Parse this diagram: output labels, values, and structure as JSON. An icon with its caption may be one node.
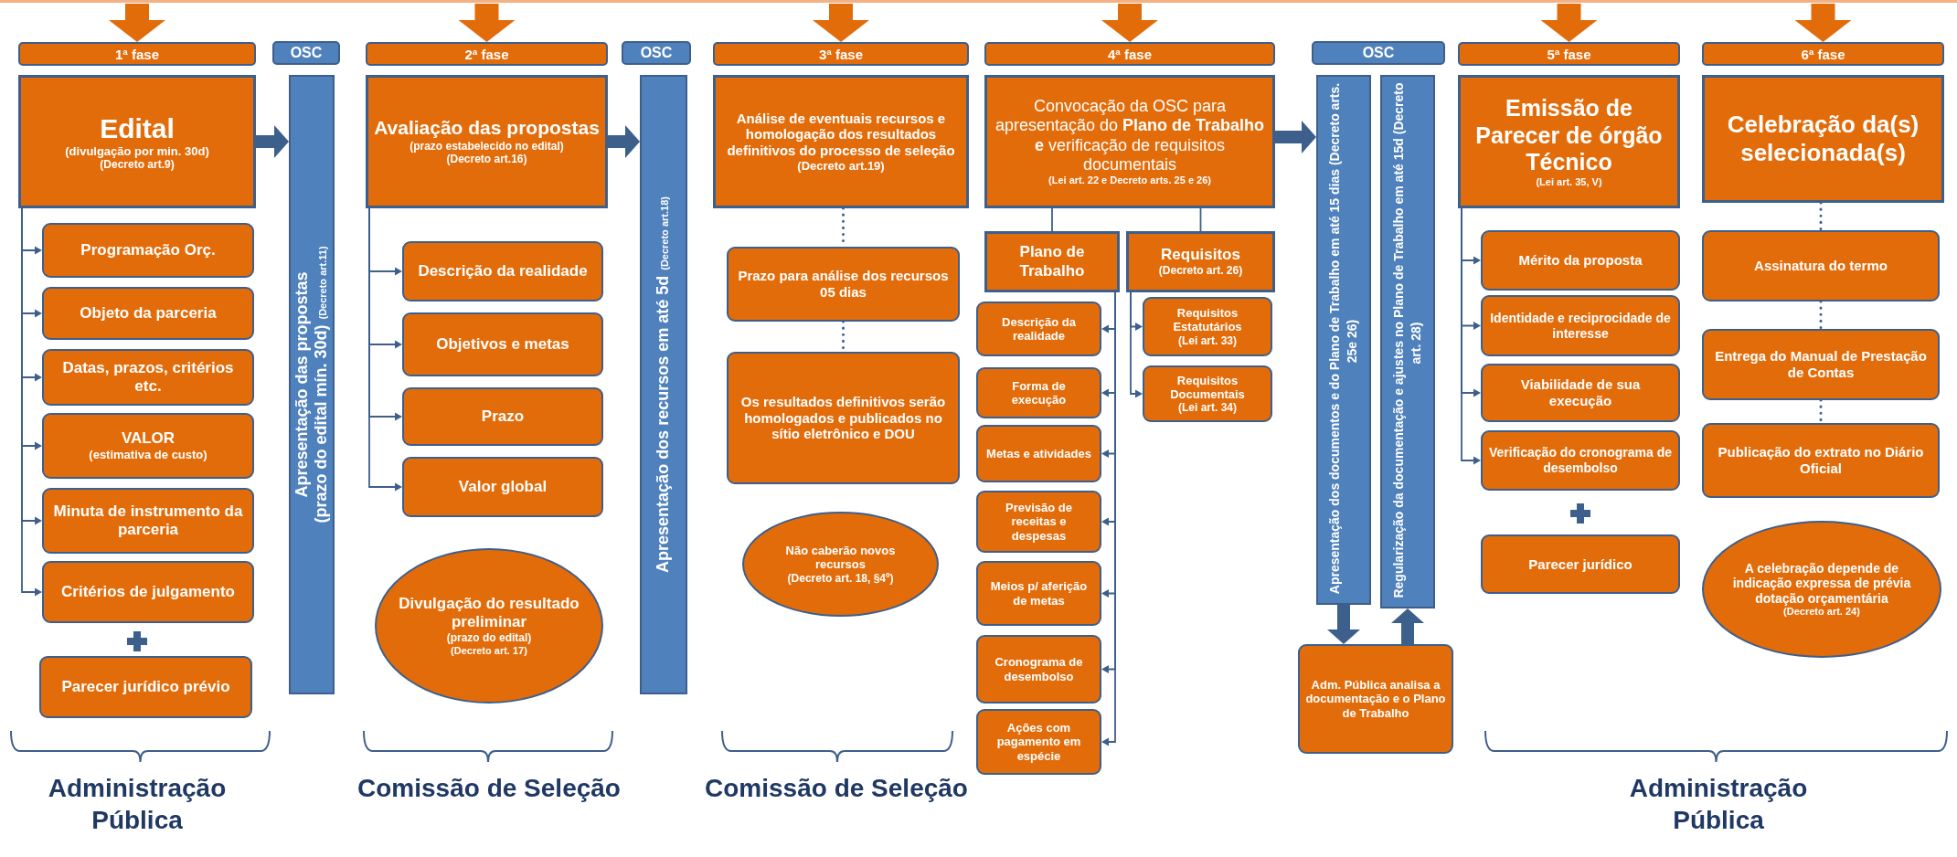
{
  "diagram": {
    "nodes": [
      {
        "text": [
          "1ª fase"
        ]
      },
      {
        "text": [
          "Edital",
          "(divulgação por min. 30d)",
          "(Decreto art.9)"
        ]
      },
      {
        "text": [
          "Programação Orç."
        ]
      },
      {
        "text": [
          "Objeto da parceria"
        ]
      },
      {
        "text": [
          "Datas, prazos, critérios etc."
        ]
      },
      {
        "text": [
          "VALOR",
          "(estimativa de custo)"
        ]
      },
      {
        "text": [
          "Minuta de instrumento da parceria"
        ]
      },
      {
        "text": [
          "Critérios de julgamento"
        ]
      },
      {
        "text": [
          "Parecer jurídico prévio"
        ]
      },
      {
        "text": [
          "OSC"
        ]
      },
      {
        "text": [
          "Apresentação das propostas",
          "(prazo do edital mín. 30d)",
          "(Decreto art.11)"
        ]
      },
      {
        "text": [
          "2ª fase"
        ]
      },
      {
        "text": [
          "Avaliação das propostas",
          "(prazo estabelecido no edital)",
          "(Decreto art.16)"
        ]
      },
      {
        "text": [
          "Descrição da realidade"
        ]
      },
      {
        "text": [
          "Objetivos e metas"
        ]
      },
      {
        "text": [
          "Prazo"
        ]
      },
      {
        "text": [
          "Valor global"
        ]
      },
      {
        "text": [
          "Divulgação do resultado preliminar",
          "(prazo do edital)",
          "(Decreto art. 17)"
        ]
      },
      {
        "text": [
          "OSC"
        ]
      },
      {
        "text": [
          "Apresentação dos recursos em até 5d",
          "(Decreto art.18)"
        ]
      },
      {
        "text": [
          "3ª fase"
        ]
      },
      {
        "text": [
          "Análise de eventuais recursos e homologação dos resultados definitivos do processo de seleção",
          "(Decreto art.19)"
        ]
      },
      {
        "text": [
          "Prazo para análise dos recursos",
          "05 dias"
        ]
      },
      {
        "text": [
          "Os resultados definitivos serão homologados e publicados no sítio eletrônico e DOU"
        ]
      },
      {
        "text": [
          "Não caberão novos recursos",
          "(Decreto art. 18, §4º)"
        ]
      },
      {
        "text": [
          "4ª fase"
        ]
      },
      {
        "text": [
          "Convocação da OSC para apresentação do **Plano de Trabalho e** verificação de requisitos documentais",
          "(Lei art. 22 e Decreto arts. 25 e 26)"
        ]
      },
      {
        "text": [
          "Plano de Trabalho"
        ]
      },
      {
        "text": [
          "Requisitos",
          "(Decreto art. 26)"
        ]
      },
      {
        "text": [
          "Descrição da realidade"
        ]
      },
      {
        "text": [
          "Forma de execução"
        ]
      },
      {
        "text": [
          "Metas e atividades"
        ]
      },
      {
        "text": [
          "Previsão de receitas e despesas"
        ]
      },
      {
        "text": [
          "Meios p/ aferição de metas"
        ]
      },
      {
        "text": [
          "Cronograma de desembolso"
        ]
      },
      {
        "text": [
          "Ações com pagamento em espécie"
        ]
      },
      {
        "text": [
          "Requisitos Estatutários",
          "(Lei art. 33)"
        ]
      },
      {
        "text": [
          "Requisitos Documentais",
          "(Lei art. 34)"
        ]
      },
      {
        "text": [
          "OSC"
        ]
      },
      {
        "text": [
          "Apresentação dos documentos e do Plano de Trabalho em até 15 dias (Decreto arts. 25e 26)"
        ]
      },
      {
        "text": [
          "Regularização da documentação e ajustes no Plano de Trabalho em até 15d (Decreto art. 28)"
        ]
      },
      {
        "text": [
          "Adm. Pública analisa a documentação e o Plano de Trabalho"
        ]
      },
      {
        "text": [
          "5ª fase"
        ]
      },
      {
        "text": [
          "Emissão de Parecer de órgão Técnico",
          "(Lei art. 35, V)"
        ]
      },
      {
        "text": [
          "Mérito da proposta"
        ]
      },
      {
        "text": [
          "Identidade e reciprocidade de interesse"
        ]
      },
      {
        "text": [
          "Viabilidade de sua execução"
        ]
      },
      {
        "text": [
          "Verificação do cronograma de desembolso"
        ]
      },
      {
        "text": [
          "Parecer jurídico"
        ]
      },
      {
        "text": [
          "6ª fase"
        ]
      },
      {
        "text": [
          "Celebração da(s) selecionada(s)"
        ]
      },
      {
        "text": [
          "Assinatura do termo"
        ]
      },
      {
        "text": [
          "Entrega do Manual de Prestação de Contas"
        ]
      },
      {
        "text": [
          "Publicação do extrato no Diário Oficial"
        ]
      },
      {
        "text": [
          "A celebração depende de indicação expressa de prévia dotação orçamentária",
          "(Decreto art. 24)"
        ]
      }
    ],
    "edges": [
      {
        "from": null,
        "to": 0,
        "arrow": "to",
        "style": "thick",
        "color": "#e36c0a"
      },
      {
        "from": null,
        "to": 11,
        "arrow": "to",
        "style": "thick",
        "color": "#e36c0a"
      },
      {
        "from": null,
        "to": 20,
        "arrow": "to",
        "style": "thick",
        "color": "#e36c0a"
      },
      {
        "from": null,
        "to": 25,
        "arrow": "to",
        "style": "thick",
        "color": "#e36c0a"
      },
      {
        "from": null,
        "to": 42,
        "arrow": "to",
        "style": "thick",
        "color": "#e36c0a"
      },
      {
        "from": null,
        "to": 49,
        "arrow": "to",
        "style": "thick",
        "color": "#e36c0a"
      },
      {
        "from": 1,
        "to": 2,
        "arrow": "to"
      },
      {
        "from": 1,
        "to": 3,
        "arrow": "to"
      },
      {
        "from": 1,
        "to": 4,
        "arrow": "to"
      },
      {
        "from": 1,
        "to": 5,
        "arrow": "to"
      },
      {
        "from": 1,
        "to": 6,
        "arrow": "to"
      },
      {
        "from": 1,
        "to": 7,
        "arrow": "to"
      },
      {
        "from": 1,
        "to": 10,
        "arrow": "to",
        "style": "thick"
      },
      {
        "from": 12,
        "to": 13,
        "arrow": "to"
      },
      {
        "from": 12,
        "to": 14,
        "arrow": "to"
      },
      {
        "from": 12,
        "to": 15,
        "arrow": "to"
      },
      {
        "from": 12,
        "to": 16,
        "arrow": "to"
      },
      {
        "from": 12,
        "to": 19,
        "arrow": "to",
        "style": "thick"
      },
      {
        "from": 21,
        "to": 22,
        "arrow": "none",
        "style": "dashed"
      },
      {
        "from": 22,
        "to": 23,
        "arrow": "none",
        "style": "dashed"
      },
      {
        "from": 26,
        "to": 27,
        "arrow": "none"
      },
      {
        "from": 26,
        "to": 28,
        "arrow": "none"
      },
      {
        "from": 27,
        "to": 29,
        "arrow": "to"
      },
      {
        "from": 27,
        "to": 30,
        "arrow": "to"
      },
      {
        "from": 27,
        "to": 31,
        "arrow": "to"
      },
      {
        "from": 27,
        "to": 32,
        "arrow": "to"
      },
      {
        "from": 27,
        "to": 33,
        "arrow": "to"
      },
      {
        "from": 27,
        "to": 34,
        "arrow": "to"
      },
      {
        "from": 27,
        "to": 35,
        "arrow": "to"
      },
      {
        "from": 28,
        "to": 36,
        "arrow": "to"
      },
      {
        "from": 28,
        "to": 37,
        "arrow": "to"
      },
      {
        "from": 26,
        "to": 39,
        "arrow": "to",
        "style": "thick"
      },
      {
        "from": 39,
        "to": 41,
        "arrow": "to",
        "style": "thick"
      },
      {
        "from": 41,
        "to": 40,
        "arrow": "to",
        "style": "thick"
      },
      {
        "from": 43,
        "to": 44,
        "arrow": "to"
      },
      {
        "from": 43,
        "to": 45,
        "arrow": "to"
      },
      {
        "from": 43,
        "to": 46,
        "arrow": "to"
      },
      {
        "from": 43,
        "to": 47,
        "arrow": "to"
      },
      {
        "from": 50,
        "to": 51,
        "arrow": "none",
        "style": "dashed"
      },
      {
        "from": 51,
        "to": 52,
        "arrow": "none",
        "style": "dashed"
      },
      {
        "from": 52,
        "to": 53,
        "arrow": "none",
        "style": "dashed"
      }
    ],
    "labels": [
      "Administração Pública",
      "Comissão de Seleção",
      "Comissão de Seleção",
      "Administração Pública"
    ]
  }
}
